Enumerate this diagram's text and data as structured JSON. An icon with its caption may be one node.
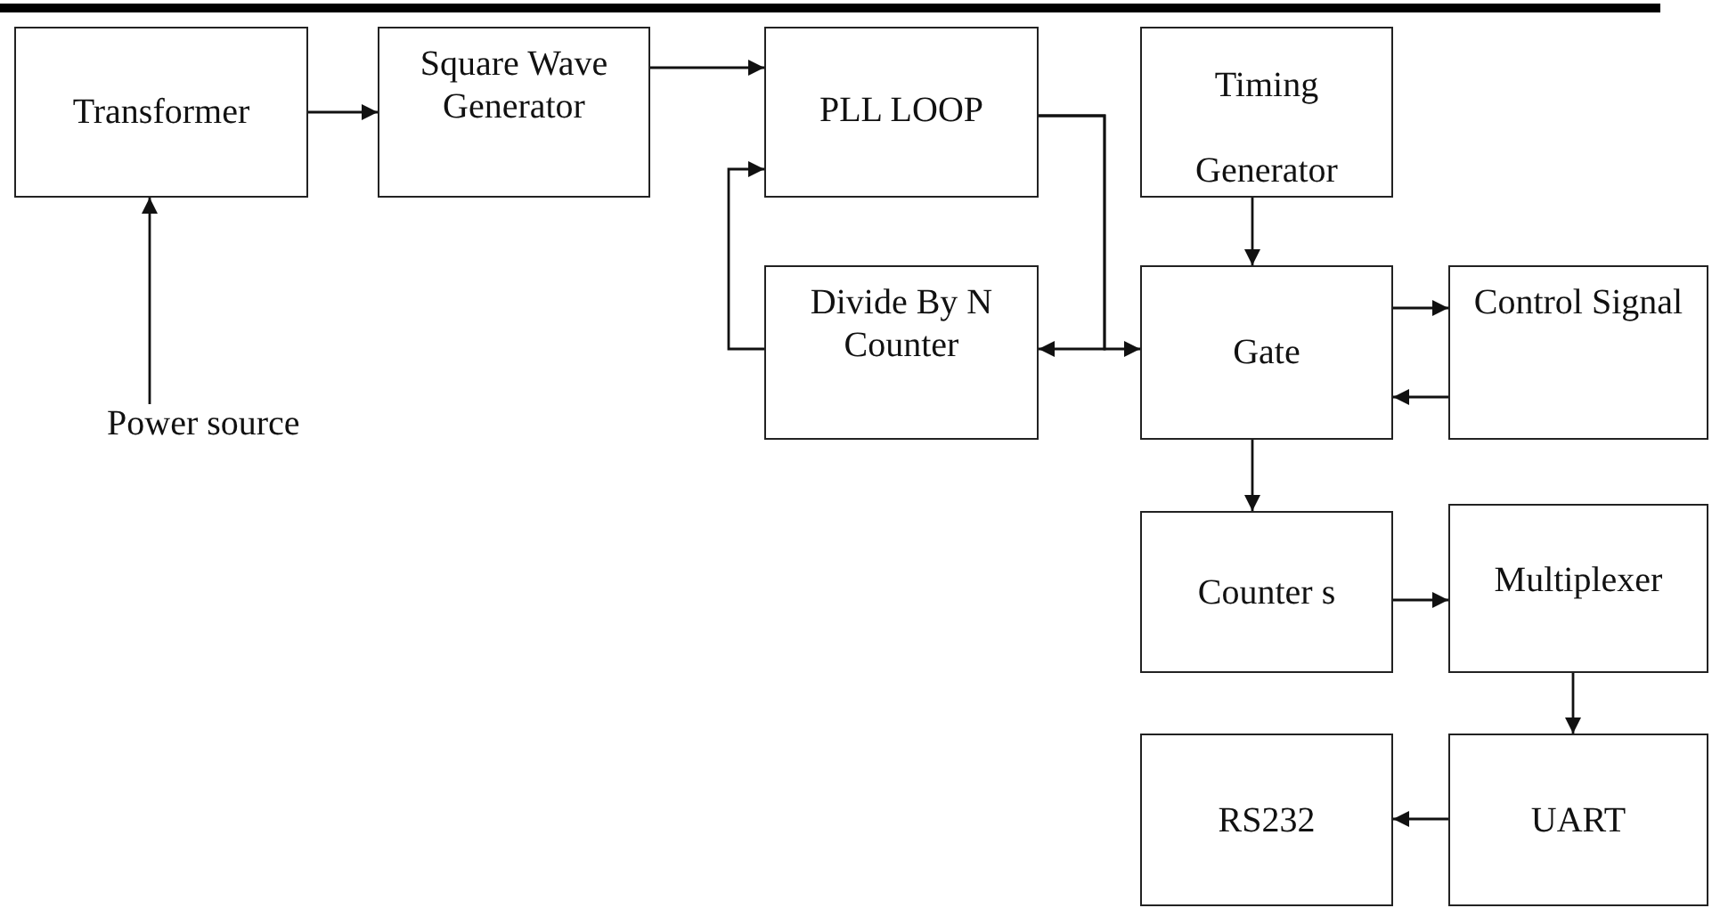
{
  "diagram": {
    "nodes": [
      {
        "text": [
          "Transformer"
        ]
      },
      {
        "text": [
          "Square Wave Generator"
        ]
      },
      {
        "text": [
          "PLL LOOP"
        ]
      },
      {
        "text": [
          "Timing Generator"
        ]
      },
      {
        "text": [
          "Divide By N Counter"
        ]
      },
      {
        "text": [
          "Gate"
        ]
      },
      {
        "text": [
          "Control Signal"
        ]
      },
      {
        "text": [
          "Counter s"
        ]
      },
      {
        "text": [
          "Multiplexer"
        ]
      },
      {
        "text": [
          "RS232"
        ]
      },
      {
        "text": [
          "UART"
        ]
      },
      {
        "text": [
          "Power source"
        ]
      }
    ],
    "edges": [
      {
        "from": 11,
        "to": 0,
        "arrow": "to"
      },
      {
        "from": 0,
        "to": 1,
        "arrow": "to"
      },
      {
        "from": 1,
        "to": 2,
        "arrow": "to"
      },
      {
        "from": 4,
        "to": 2,
        "arrow": "to"
      },
      {
        "from": 2,
        "to": 4,
        "arrow": "to"
      },
      {
        "from": 2,
        "to": 5,
        "arrow": "to"
      },
      {
        "from": 3,
        "to": 5,
        "arrow": "to"
      },
      {
        "from": 5,
        "to": 6,
        "arrow": "to"
      },
      {
        "from": 6,
        "to": 5,
        "arrow": "to"
      },
      {
        "from": 5,
        "to": 7,
        "arrow": "to"
      },
      {
        "from": 7,
        "to": 8,
        "arrow": "to"
      },
      {
        "from": 8,
        "to": 10,
        "arrow": "to"
      },
      {
        "from": 10,
        "to": 9,
        "arrow": "to"
      }
    ]
  }
}
